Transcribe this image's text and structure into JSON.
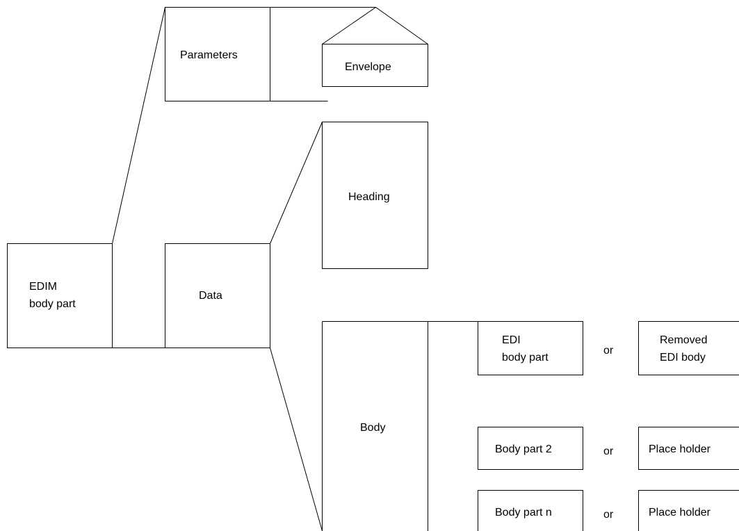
{
  "diagram": {
    "boxes": {
      "edim_body_part": [
        "EDIM",
        "body part"
      ],
      "parameters": "Parameters",
      "envelope": "Envelope",
      "data": "Data",
      "heading": "Heading",
      "body": "Body",
      "edi_body_part": [
        "EDI",
        "body part"
      ],
      "removed_edi_body": [
        "Removed",
        "EDI body"
      ],
      "body_part_2": "Body part 2",
      "body_part_n": "Body part n",
      "place_holder_1": "Place holder",
      "place_holder_2": "Place holder"
    },
    "connectors": {
      "or_1": "or",
      "or_2": "or",
      "or_3": "or"
    }
  }
}
